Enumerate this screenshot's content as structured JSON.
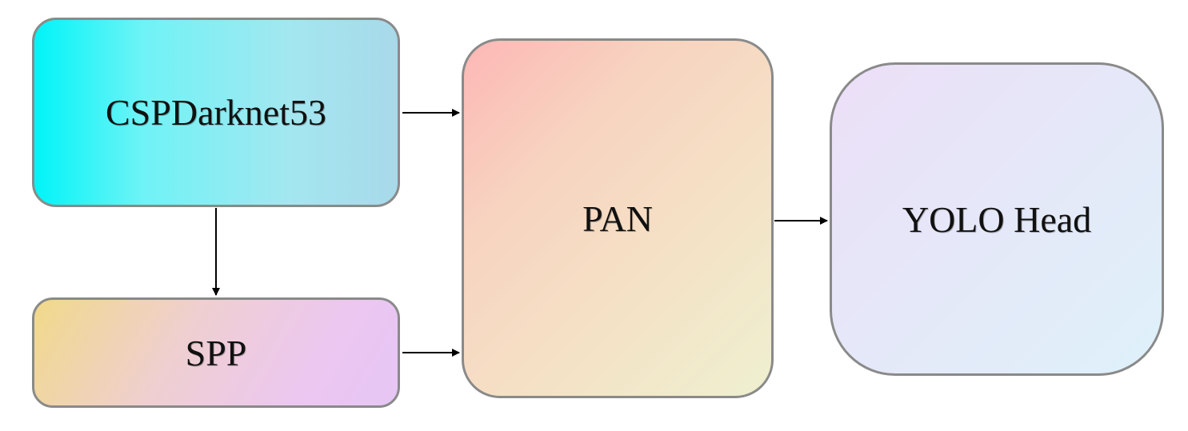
{
  "nodes": {
    "backbone": "CSPDarknet53",
    "spp": "SPP",
    "pan": "PAN",
    "head": "YOLO Head"
  },
  "edges": [
    {
      "from": "CSPDarknet53",
      "to": "PAN"
    },
    {
      "from": "CSPDarknet53",
      "to": "SPP"
    },
    {
      "from": "SPP",
      "to": "PAN"
    },
    {
      "from": "PAN",
      "to": "YOLO Head"
    }
  ]
}
